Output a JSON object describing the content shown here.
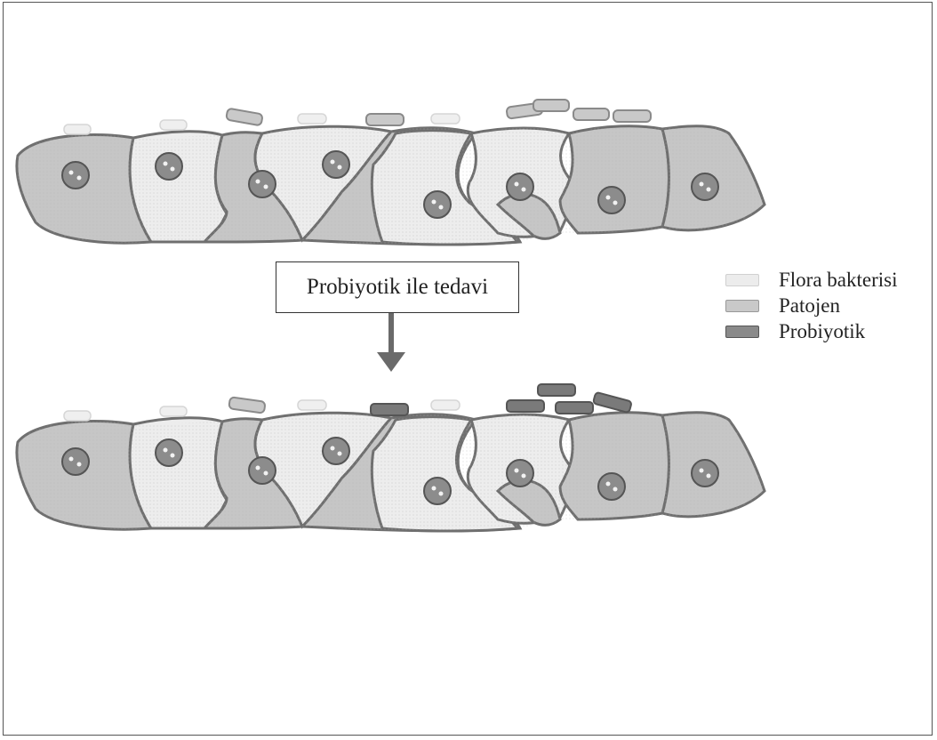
{
  "treatment_label": "Probiyotik ile tedavi",
  "legend": [
    {
      "label": "Flora bakterisi",
      "icon": "flora-bacterium-icon",
      "color": "#e9e9e9"
    },
    {
      "label": "Patojen",
      "icon": "pathogen-icon",
      "color": "#c9c9c9"
    },
    {
      "label": "Probiyotik",
      "icon": "probiotic-icon",
      "color": "#8a8a8a"
    }
  ],
  "colors": {
    "cell_light": "#ececec",
    "cell_dark": "#c4c4c4",
    "cell_outline": "#6f6f6f",
    "nucleus": "#8c8c8c"
  }
}
